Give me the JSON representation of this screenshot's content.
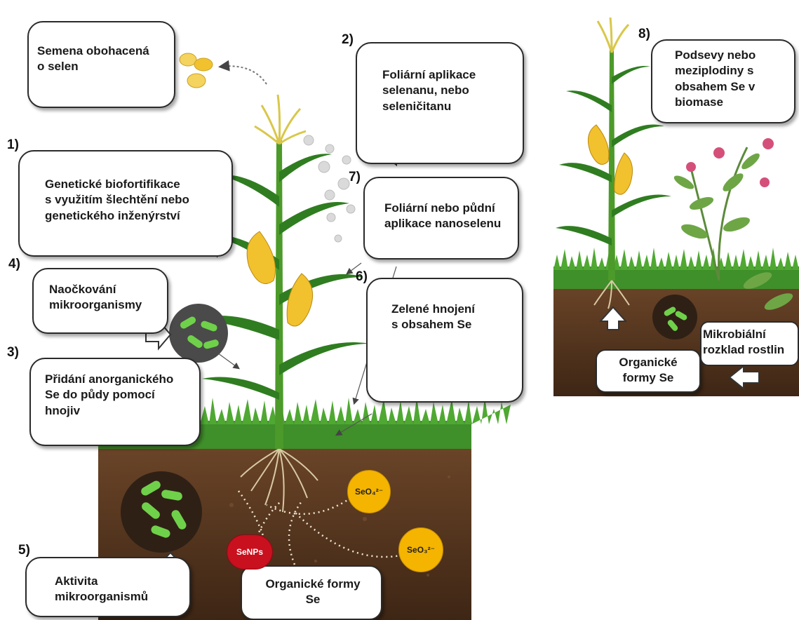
{
  "steps": [
    {
      "number": "1)",
      "text": "Genetické biofortifikace\ns využitím šlechtění nebo\ngenetického inženýrství"
    },
    {
      "number": "2)",
      "text": "Foliární aplikace\nselenanu, nebo\nseleničitanu"
    },
    {
      "number": "3)",
      "text": "Přidání anorganického\nSe do půdy pomocí\nhnojiv"
    },
    {
      "number": "4)",
      "text": "Naočkování\nmikroorganismy"
    },
    {
      "number": "5)",
      "text": "Aktivita\nmikroorganismů"
    },
    {
      "number": "6)",
      "text": "Zelené hnojení\ns obsahem Se"
    },
    {
      "number": "7)",
      "text": "Foliární nebo půdní\naplikace nanoselenu"
    },
    {
      "number": "8)",
      "text": "Podsevy nebo\nmeziplodiny s\nobsahem Se v\nbiomase"
    }
  ],
  "seeds_label": "Semena obohacená\no selen",
  "soil_labels": {
    "organic_main": "Organické formy\nSe",
    "organic_right": "Organické\nformy Se",
    "microbial_decomposition": "Mikrobiální\nrozklad rostlin"
  },
  "badges": {
    "selenate": "SeO₄²⁻",
    "selenite": "SeO₃²⁻",
    "nanoparticles": "SeNPs"
  },
  "colors": {
    "soil": "#5a3a22",
    "grass": "#3f8f2a",
    "stalk": "#4c9a2a",
    "leaf": "#2f7d20",
    "corn": "#f2c12e",
    "bacteria": "#6fd14a",
    "selenate_badge": "#f4b400",
    "nanoparticle_badge": "#c8101e"
  }
}
